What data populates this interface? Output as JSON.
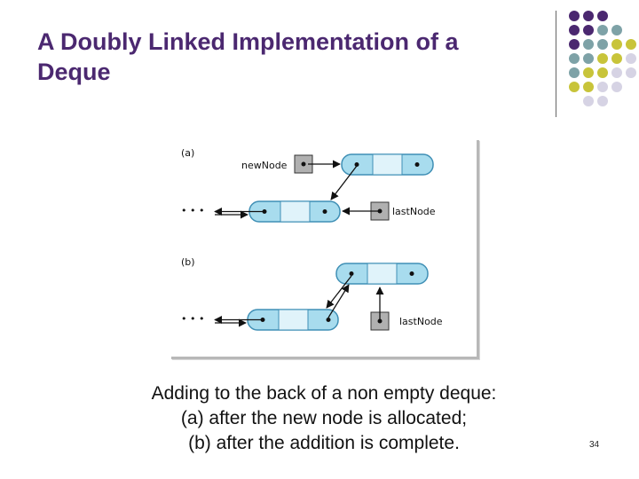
{
  "slide": {
    "title_line1": "A Doubly Linked Implementation of a",
    "title_line2": "Deque",
    "page_number": "34"
  },
  "figure": {
    "panel_a_label": "(a)",
    "panel_b_label": "(b)",
    "new_node_label": "newNode",
    "last_node_label_a": "lastNode",
    "last_node_label_b": "lastNode",
    "ellipsis_a": "• • •",
    "ellipsis_b": "• • •"
  },
  "caption": {
    "line1": "Adding to the back of a non empty deque:",
    "line2": "(a) after the new node is allocated;",
    "line3": "(b) after the addition is complete."
  },
  "colors": {
    "title": "#4b2870",
    "node_fill": "#a8dcee",
    "node_outline": "#3f8fb5",
    "node_mid": "#e0f3fa",
    "ref_box": "#b0b0b0",
    "dot_purple": "#4b2870",
    "dot_teal": "#7ea2a7",
    "dot_olive": "#c8c43a",
    "dot_lilac": "#d6d3e4"
  }
}
